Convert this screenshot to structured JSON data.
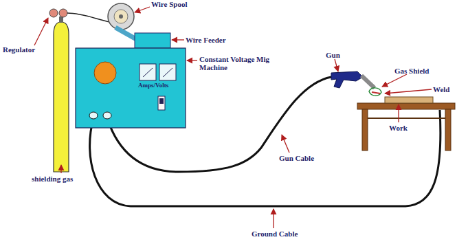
{
  "diagram": {
    "labels": [
      "Wire Spool",
      "Regulator",
      "Wire Feeder",
      "Constant Voltage Mig Machine",
      "Amps/Volts",
      "shielding gas",
      "Gun",
      "Gas Shield",
      "Weld",
      "Work",
      "Gun Cable",
      "Ground Cable"
    ]
  }
}
